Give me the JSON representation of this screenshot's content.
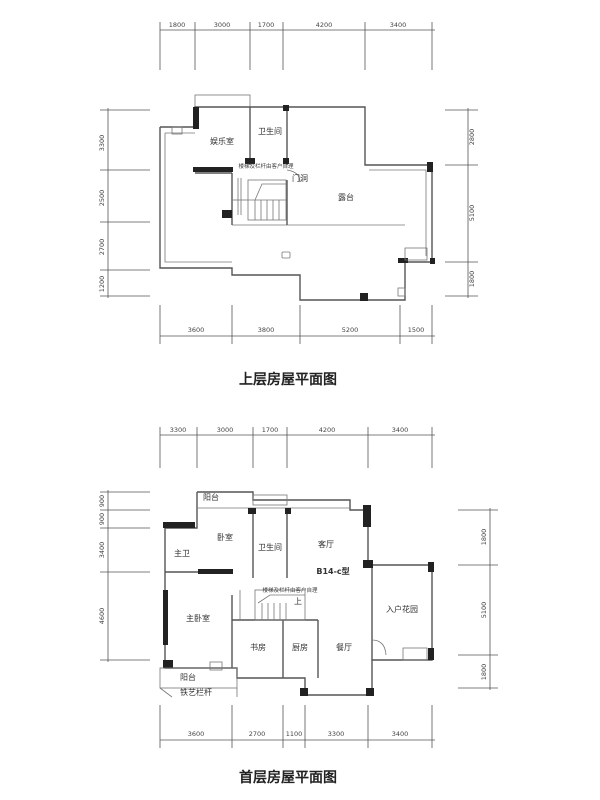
{
  "upper": {
    "title": "上层房屋平面图",
    "top_dims": [
      "1800",
      "3000",
      "1700",
      "4200",
      "3400"
    ],
    "bottom_dims": [
      "3600",
      "3800",
      "5200",
      "1500"
    ],
    "left_dims": [
      "3300",
      "2500",
      "2700",
      "1200"
    ],
    "right_dims": [
      "2800",
      "5100",
      "1800"
    ],
    "rooms": {
      "entertainment": "娱乐室",
      "bathroom": "卫生间",
      "terrace": "露台",
      "opening": "门洞",
      "stair_note": "楼梯及栏杆由客户自理"
    }
  },
  "lower": {
    "title": "首层房屋平面图",
    "top_dims": [
      "3300",
      "3000",
      "1700",
      "4200",
      "3400"
    ],
    "bottom_dims": [
      "3600",
      "2700",
      "1100",
      "3300",
      "3400"
    ],
    "left_dims": [
      "900",
      "900",
      "3400",
      "4600"
    ],
    "right_dims": [
      "1800",
      "5100",
      "1800"
    ],
    "rooms": {
      "balcony_top": "阳台",
      "bedroom": "卧室",
      "master_bath": "主卫",
      "bathroom": "卫生间",
      "living": "客厅",
      "type_label": "B14-c型",
      "stair_note": "楼梯及栏杆由客户自理",
      "up": "上",
      "master_bedroom": "主卧室",
      "study": "书房",
      "kitchen": "厨房",
      "dining": "餐厅",
      "entry_garden": "入户花园",
      "balcony_bottom": "阳台",
      "iron_railing": "铁艺栏杆"
    }
  }
}
